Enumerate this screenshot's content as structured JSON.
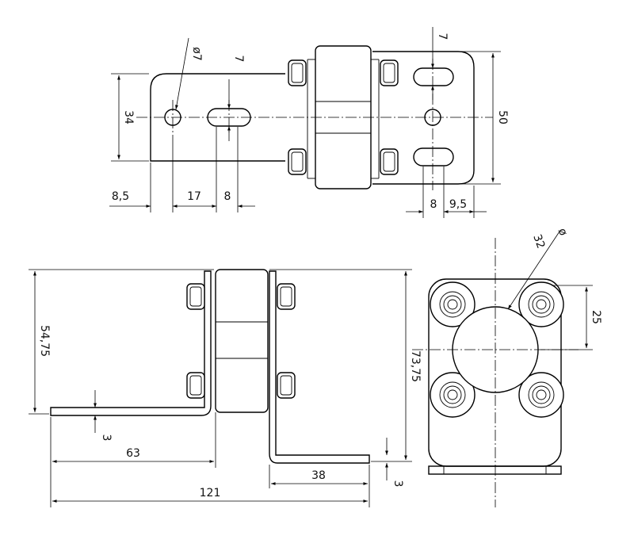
{
  "drawing": {
    "top_view": {
      "dims": {
        "hole_dia": "ø7",
        "slot_width_left": "7",
        "height_34": "34",
        "left_edge_8_5": "8,5",
        "hole_to_slot_17": "17",
        "slot_8": "8",
        "slot_width_right": "7",
        "height_50": "50",
        "slot_8_right": "8",
        "right_edge_9_5": "9,5"
      }
    },
    "side_view": {
      "dims": {
        "height_54_75": "54,75",
        "height_73_75": "73,75",
        "thickness_left": "3",
        "length_63": "63",
        "length_38": "38",
        "thickness_right": "3",
        "total_121": "121"
      }
    },
    "end_view": {
      "dims": {
        "bore_dia_symbol": "ø",
        "bore_dia_value": "32",
        "offset_25": "25"
      }
    }
  }
}
